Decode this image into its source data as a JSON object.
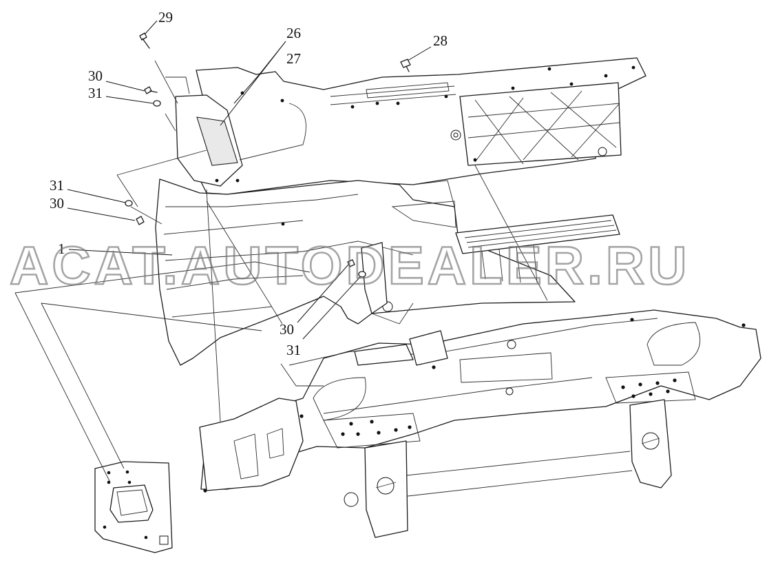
{
  "diagram": {
    "callouts": [
      {
        "id": "c29",
        "label": "29"
      },
      {
        "id": "c26",
        "label": "26"
      },
      {
        "id": "c27",
        "label": "27"
      },
      {
        "id": "c28",
        "label": "28"
      },
      {
        "id": "c30a",
        "label": "30"
      },
      {
        "id": "c31a",
        "label": "31"
      },
      {
        "id": "c31b",
        "label": "31"
      },
      {
        "id": "c30b",
        "label": "30"
      },
      {
        "id": "c1",
        "label": "1"
      },
      {
        "id": "c30c",
        "label": "30"
      },
      {
        "id": "c31c",
        "label": "31"
      }
    ],
    "watermark": "ACAT.AUTODEALER.RU"
  }
}
